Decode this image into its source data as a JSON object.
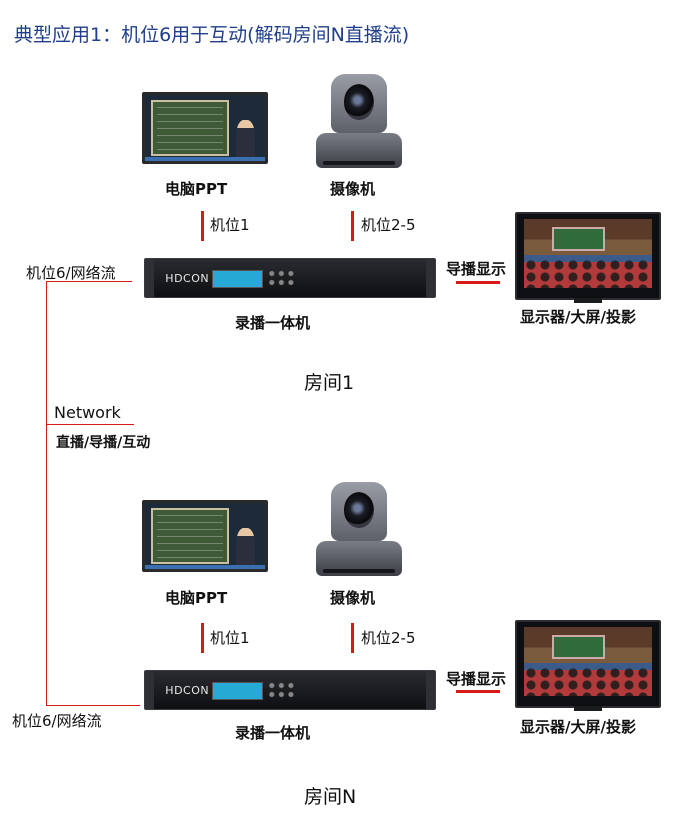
{
  "title": "典型应用1：机位6用于互动(解码房间N直播流)",
  "colors": {
    "title": "#1f3f8a",
    "line": "#d61a1a",
    "lcd": "#27a9d6"
  },
  "network": {
    "label": "Network",
    "sub": "直播/导播/互动"
  },
  "rooms": [
    {
      "ppt_label": "电脑PPT",
      "camera_label": "摄像机",
      "link1": "机位1",
      "link2": "机位2-5",
      "recorder_label": "录播一体机",
      "recorder_brand": "HDCON",
      "stream_label": "机位6/网络流",
      "director_label": "导播显示",
      "display_label": "显示器/大屏/投影",
      "room_name": "房间1"
    },
    {
      "ppt_label": "电脑PPT",
      "camera_label": "摄像机",
      "link1": "机位1",
      "link2": "机位2-5",
      "recorder_label": "录播一体机",
      "recorder_brand": "HDCON",
      "stream_label": "机位6/网络流",
      "director_label": "导播显示",
      "display_label": "显示器/大屏/投影",
      "room_name": "房间N"
    }
  ]
}
